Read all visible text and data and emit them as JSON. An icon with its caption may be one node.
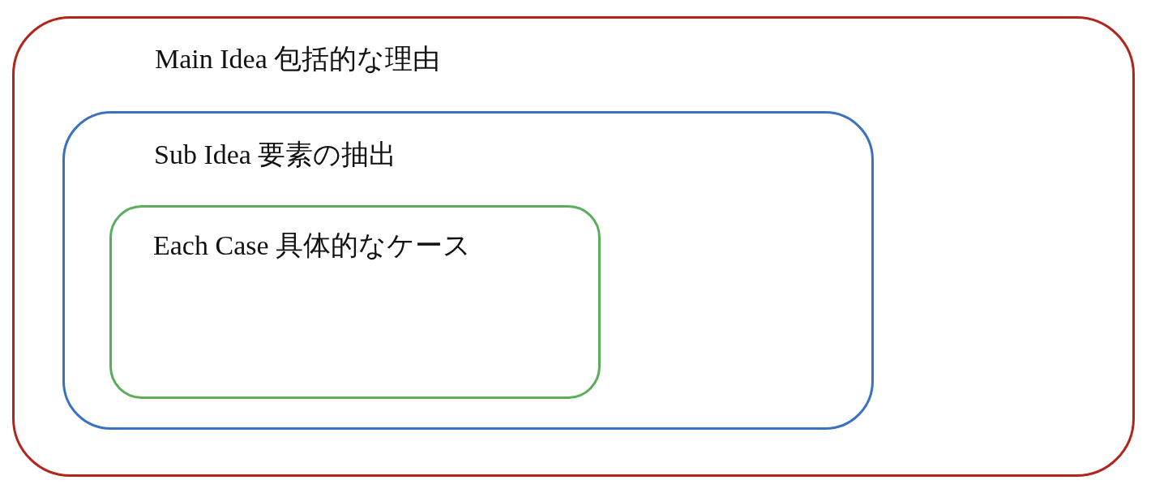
{
  "diagram": {
    "nodes": [
      {
        "text": [
          "Main Idea 包括的な理由"
        ]
      },
      {
        "text": [
          "Sub Idea 要素の抽出"
        ],
        "in": 0
      },
      {
        "text": [
          "Each Case 具体的なケース"
        ],
        "in": 1
      }
    ]
  }
}
